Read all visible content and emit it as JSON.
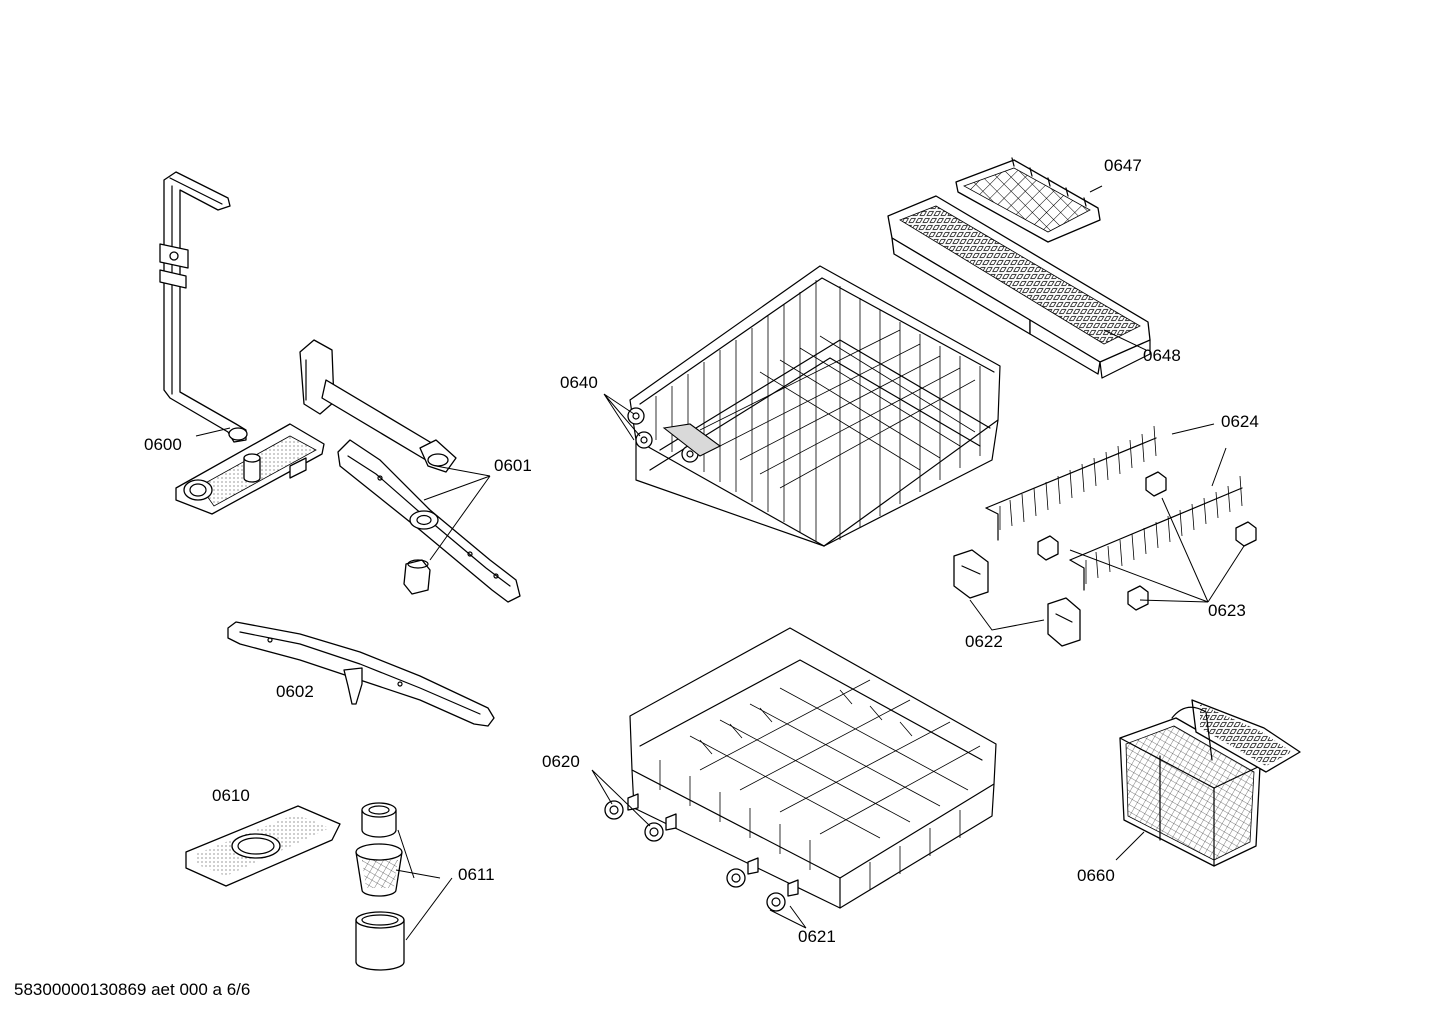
{
  "labels": {
    "p0600": "0600",
    "p0601": "0601",
    "p0602": "0602",
    "p0610": "0610",
    "p0611": "0611",
    "p0620": "0620",
    "p0621": "0621",
    "p0622": "0622",
    "p0623": "0623",
    "p0624": "0624",
    "p0640": "0640",
    "p0647": "0647",
    "p0648": "0648",
    "p0660": "0660"
  },
  "footer": "58300000130869 aet 000 a 6/6"
}
